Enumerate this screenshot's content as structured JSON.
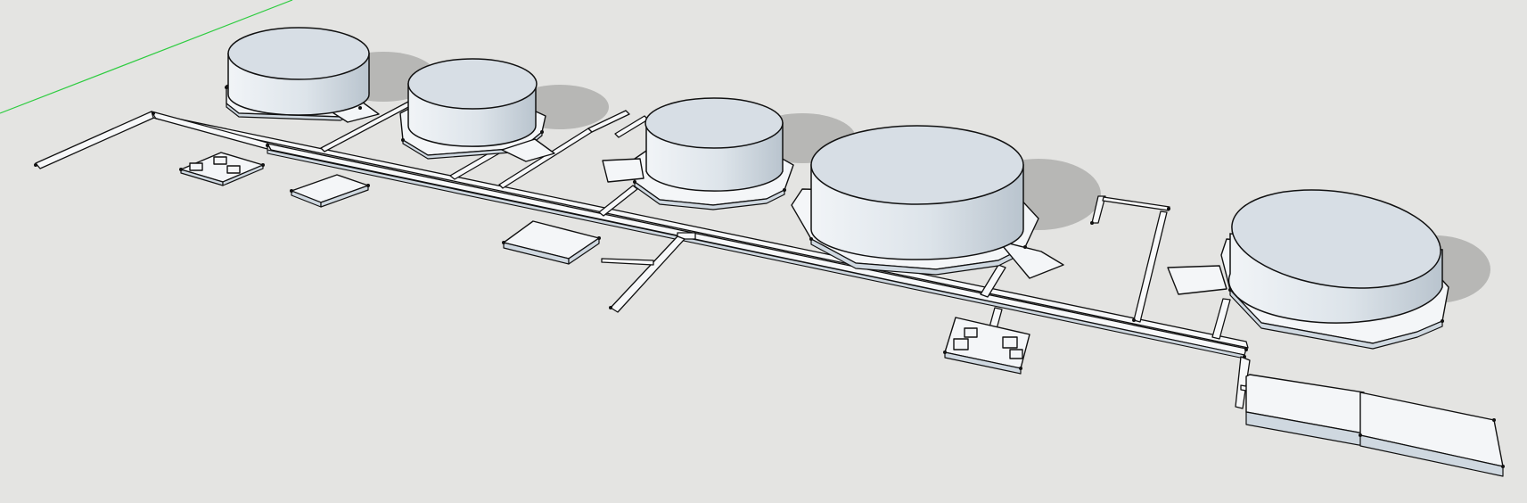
{
  "scene": {
    "background": "#e4e4e2",
    "edge_color": "#111111",
    "tank_face_light": "#f1f4f7",
    "tank_face_dark": "#b9c4ce",
    "tank_top": "#d7dee5",
    "shadow_color": "#b7b7b5",
    "axis_color": "#2ecc40"
  },
  "objects": {
    "tanks": 5,
    "pump_pads": 3,
    "equipment_pads": 3,
    "loading_platform": 1
  }
}
